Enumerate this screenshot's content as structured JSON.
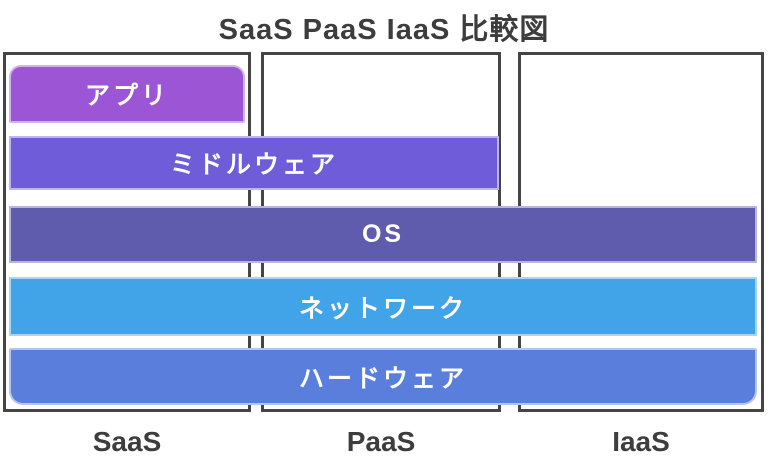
{
  "title": "SaaS PaaS IaaS 比較図",
  "columns": [
    {
      "id": "saas",
      "label": "SaaS"
    },
    {
      "id": "paas",
      "label": "PaaS"
    },
    {
      "id": "iaas",
      "label": "IaaS"
    }
  ],
  "layers": [
    {
      "label": "アプリ",
      "color": "#9c55d4",
      "covers": [
        "SaaS"
      ]
    },
    {
      "label": "ミドルウェア",
      "color": "#6f5cd9",
      "covers": [
        "SaaS",
        "PaaS"
      ]
    },
    {
      "label": "OS",
      "color": "#5f5cae",
      "covers": [
        "SaaS",
        "PaaS",
        "IaaS"
      ]
    },
    {
      "label": "ネットワーク",
      "color": "#41a3e8",
      "covers": [
        "SaaS",
        "PaaS",
        "IaaS"
      ]
    },
    {
      "label": "ハードウェア",
      "color": "#5a7edb",
      "covers": [
        "SaaS",
        "PaaS",
        "IaaS"
      ]
    }
  ],
  "colors": {
    "background": "#ffffff",
    "box_border": "#454545",
    "text_dark": "#3d3d3d",
    "bar_text": "#ffffff"
  }
}
